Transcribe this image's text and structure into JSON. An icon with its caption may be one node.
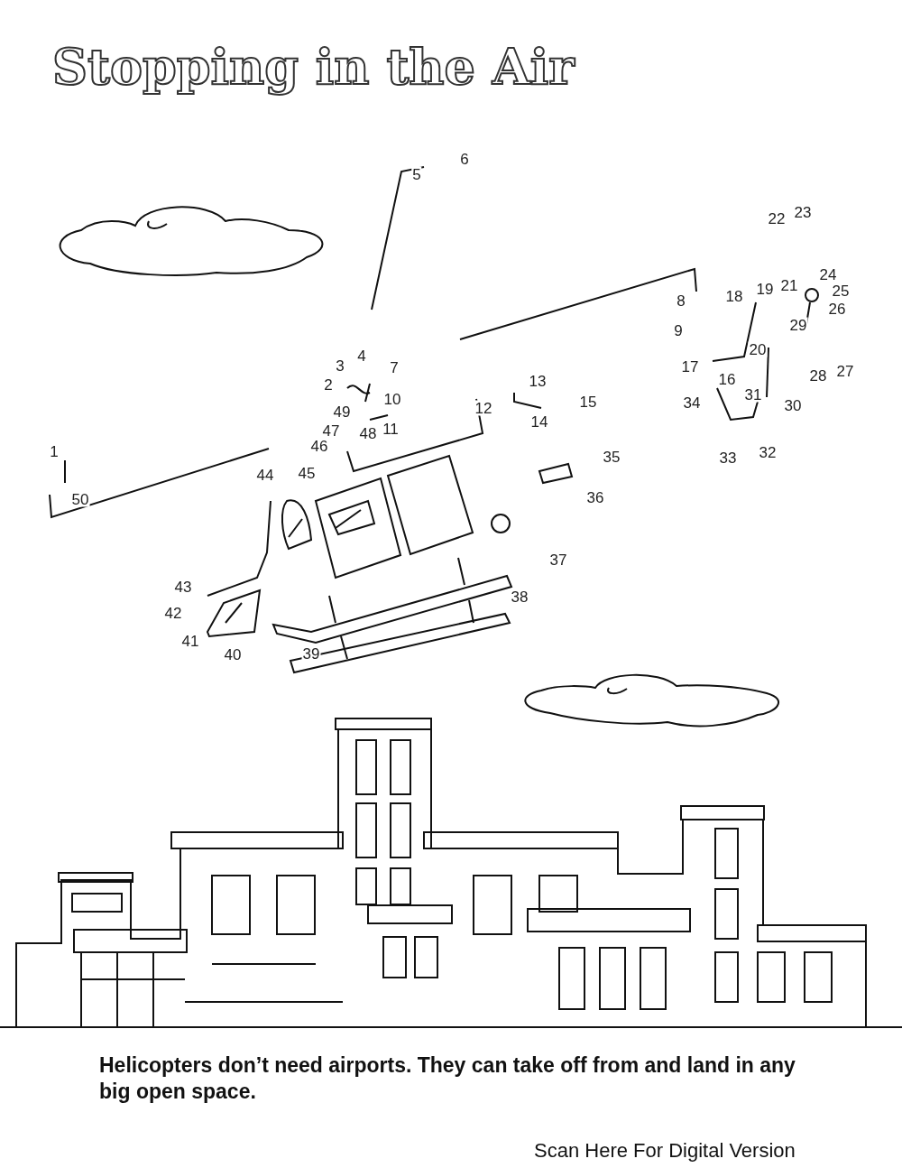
{
  "diagram": {
    "title": "Stopping in the Air",
    "caption": "Helicopters don’t need airports. They can take off from and land in any big open space.",
    "labels": [
      "1",
      "2",
      "3",
      "4",
      "5",
      "6",
      "7",
      "8",
      "9",
      "10",
      "11",
      "12",
      "13",
      "14",
      "15",
      "16",
      "17",
      "18",
      "19",
      "20",
      "21",
      "22",
      "23",
      "24",
      "25",
      "26",
      "27",
      "28",
      "29",
      "30",
      "31",
      "32",
      "33",
      "34",
      "35",
      "36",
      "37",
      "38",
      "39",
      "40",
      "41",
      "42",
      "43",
      "44",
      "45",
      "46",
      "47",
      "48",
      "49",
      "50",
      "Scan Here For Digital Version"
    ]
  }
}
